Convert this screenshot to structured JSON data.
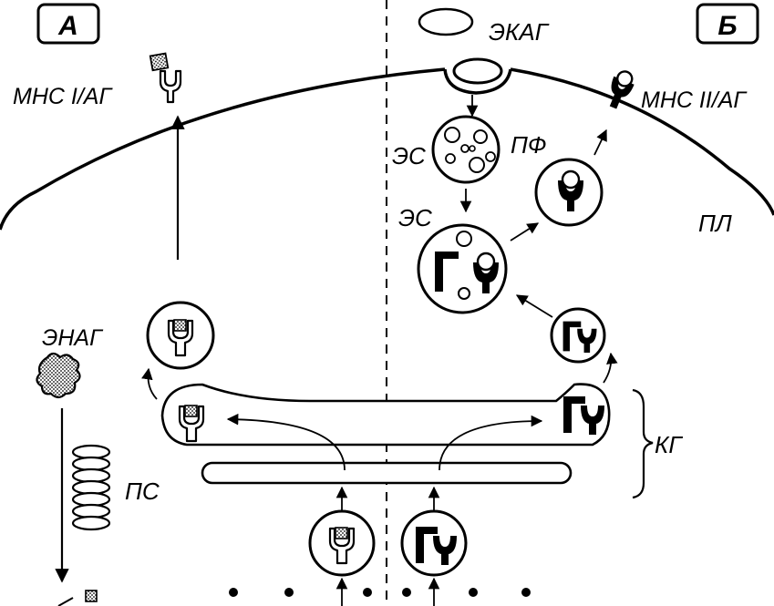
{
  "panels": {
    "left": "А",
    "right": "Б"
  },
  "labels": {
    "mhc1": "МНС I/АГ",
    "mhc2": "МНС II/АГ",
    "ekag": "ЭКАГ",
    "es_top": "ЭС",
    "pf": "ПФ",
    "es_mid": "ЭС",
    "pl": "ПЛ",
    "enag": "ЭНАГ",
    "ps": "ПС",
    "kg": "КГ"
  },
  "colors": {
    "ink": "#000000",
    "paper": "#ffffff",
    "antigen_fill": "#bfbfbf"
  }
}
